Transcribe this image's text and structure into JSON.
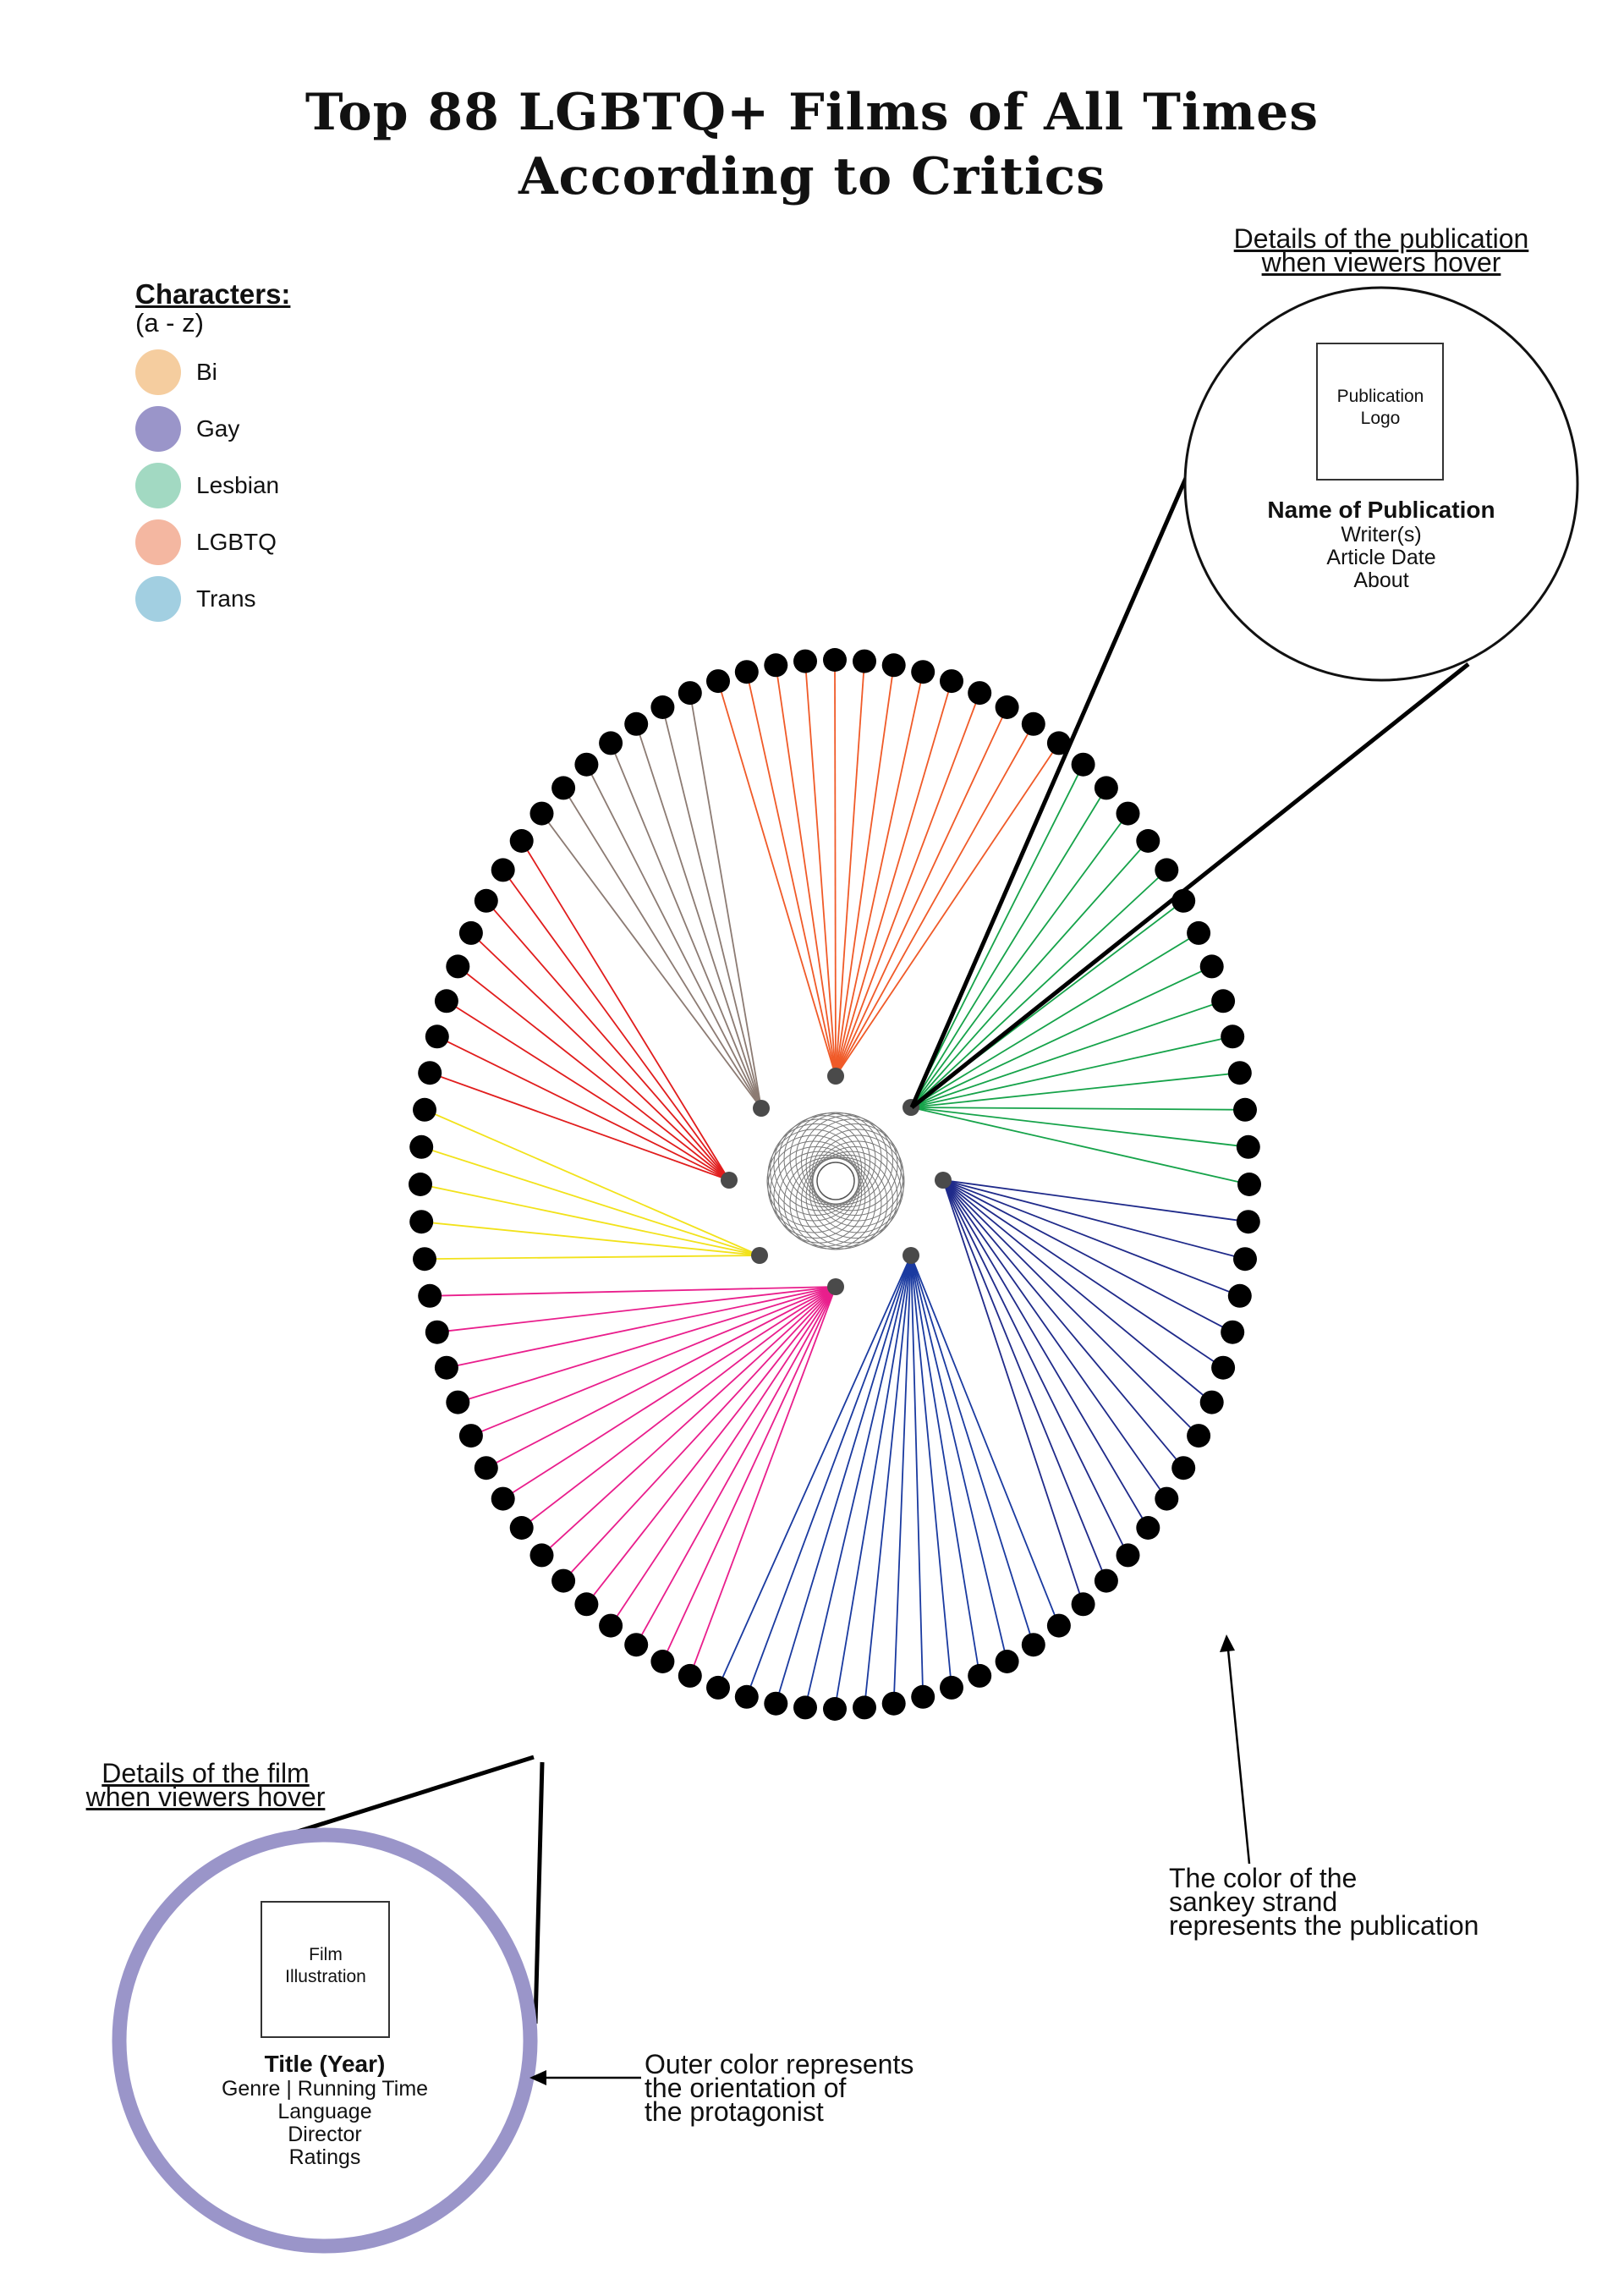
{
  "title": {
    "line1": "Top 88 LGBTQ+ Films of All Times",
    "line2": "According to Critics"
  },
  "legend": {
    "heading": "Characters:",
    "sub": "(a - z)",
    "items": [
      {
        "label": "Bi",
        "color": "#f5cd9f"
      },
      {
        "label": "Gay",
        "color": "#9a95c9"
      },
      {
        "label": "Lesbian",
        "color": "#a2d9c2"
      },
      {
        "label": "LGBTQ",
        "color": "#f4b7a1"
      },
      {
        "label": "Trans",
        "color": "#a2cfe1"
      }
    ]
  },
  "publication_note": {
    "line1": "Details of the publication",
    "line2": "when viewers hover",
    "logo_box": "Publication Logo",
    "name": "Name of Publication",
    "details": [
      "Writer(s)",
      "Article Date",
      "About"
    ]
  },
  "film_note": {
    "line1": "Details of the film",
    "line2": "when viewers hover",
    "illustration_box": "Film Illustration",
    "title": "Title (Year)",
    "details": [
      "Genre | Running Time",
      "Language",
      "Director",
      "Ratings"
    ],
    "ring_color": "#9a95c9"
  },
  "strand_note": {
    "lines": [
      "The color of the",
      "sankey strand",
      "represents the publication"
    ]
  },
  "orientation_note": {
    "lines": [
      "Outer color represents",
      "the orientation of",
      "the protagonist"
    ]
  },
  "diagram": {
    "film_count": 88,
    "publications": [
      {
        "color": "#8c7b73",
        "films": 7
      },
      {
        "color": "#f05a28",
        "films": 13
      },
      {
        "color": "#16a34a",
        "films": 14
      },
      {
        "color": "#1f2a8a",
        "films": 13
      },
      {
        "color": "#1a3aa0",
        "films": 13
      },
      {
        "color": "#e91e8c",
        "films": 15
      },
      {
        "color": "#f2e21a",
        "films": 5
      },
      {
        "color": "#e11d1d",
        "films": 8
      }
    ]
  }
}
